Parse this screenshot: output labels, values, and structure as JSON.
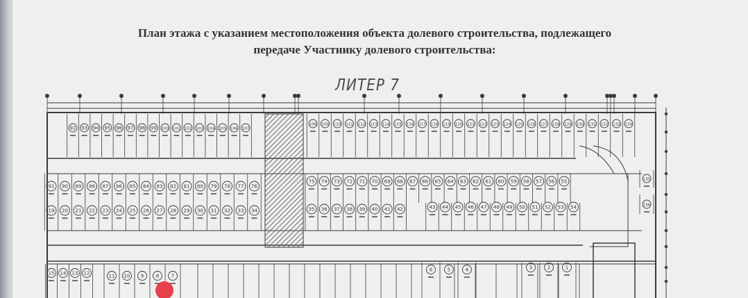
{
  "heading": {
    "line1": "План этажа с указанием местоположения объекта долевого строительства, подлежащего",
    "line2": "передаче Участнику долевого строительства:"
  },
  "plan": {
    "liter_label": "ЛИТЕР 7",
    "row_top_left": [
      "92",
      "93",
      "94",
      "95",
      "96",
      "97",
      "98",
      "99",
      "100",
      "101",
      "102",
      "103",
      "104",
      "105",
      "106",
      "107"
    ],
    "row_top_right": [
      "108",
      "109",
      "110",
      "111",
      "112",
      "113",
      "114",
      "115",
      "116",
      "117",
      "118",
      "119",
      "120",
      "121",
      "122",
      "123",
      "124",
      "125",
      "126",
      "127",
      "128",
      "129",
      "130",
      "131",
      "132",
      "133",
      "134"
    ],
    "row_mid_left": [
      "91",
      "90",
      "89",
      "88",
      "87",
      "86",
      "85",
      "84",
      "83",
      "82",
      "81",
      "80",
      "79",
      "78",
      "77",
      "76"
    ],
    "row_mid_right": [
      "75",
      "74",
      "73",
      "72",
      "71",
      "70",
      "69",
      "68",
      "67",
      "66",
      "65",
      "64",
      "63",
      "62",
      "61",
      "60",
      "59",
      "58",
      "57",
      "56",
      "55"
    ],
    "row_low_left": [
      "19",
      "20",
      "21",
      "22",
      "23",
      "24",
      "25",
      "26",
      "27",
      "28",
      "29",
      "30",
      "31",
      "32",
      "33",
      "34"
    ],
    "row_low_right_a": [
      "35",
      "36",
      "37",
      "38",
      "39",
      "40",
      "41",
      "42"
    ],
    "row_low_right_b": [
      "43",
      "44",
      "45",
      "46",
      "47",
      "48",
      "49",
      "50",
      "51",
      "52",
      "53",
      "54"
    ],
    "right_column": [
      "135",
      "136"
    ],
    "bottom_left": [
      "15",
      "14",
      "13",
      "12",
      "11",
      "10",
      "9",
      "8",
      "7"
    ],
    "bottom_mid": [
      "6",
      "5",
      "4"
    ],
    "bottom_right": [
      "3",
      "2",
      "1"
    ],
    "colors": {
      "ink": "#3a3a3a",
      "paper": "#efefed",
      "hatch": "#6a6a6a",
      "marker": "#e5404b"
    }
  }
}
